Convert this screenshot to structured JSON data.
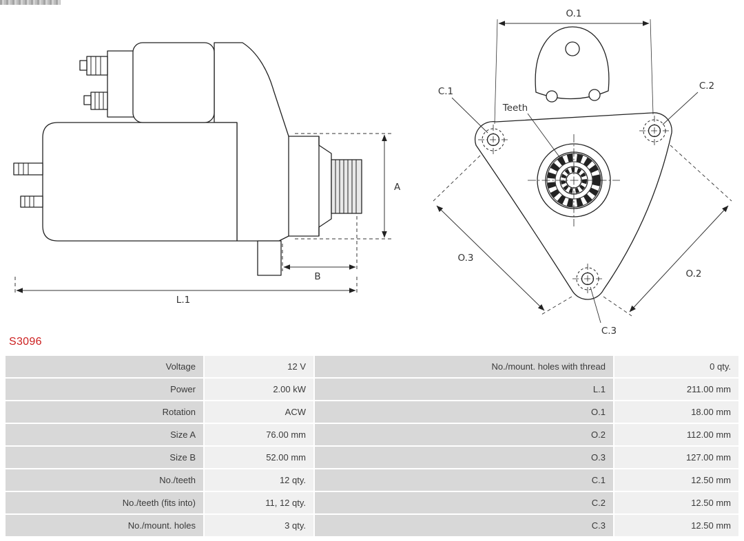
{
  "part_number": "S3096",
  "colors": {
    "part_number_red": "#cc1f1f",
    "label_cell_bg": "#d8d8d8",
    "value_cell_bg": "#f0f0f0",
    "drawing_line": "#222222",
    "text": "#3a3a3a"
  },
  "drawing": {
    "side_view": {
      "labels": {
        "a": "A",
        "b": "B",
        "l1": "L.1"
      }
    },
    "front_view": {
      "labels": {
        "o1": "O.1",
        "o2": "O.2",
        "o3": "O.3",
        "c1": "C.1",
        "c2": "C.2",
        "c3": "C.3",
        "teeth": "Teeth"
      }
    }
  },
  "table": {
    "rows": [
      {
        "label_left": "Voltage",
        "value_left": "12 V",
        "label_right": "No./mount. holes with thread",
        "value_right": "0 qty."
      },
      {
        "label_left": "Power",
        "value_left": "2.00 kW",
        "label_right": "L.1",
        "value_right": "211.00 mm"
      },
      {
        "label_left": "Rotation",
        "value_left": "ACW",
        "label_right": "O.1",
        "value_right": "18.00 mm"
      },
      {
        "label_left": "Size A",
        "value_left": "76.00 mm",
        "label_right": "O.2",
        "value_right": "112.00 mm"
      },
      {
        "label_left": "Size B",
        "value_left": "52.00 mm",
        "label_right": "O.3",
        "value_right": "127.00 mm"
      },
      {
        "label_left": "No./teeth",
        "value_left": "12 qty.",
        "label_right": "C.1",
        "value_right": "12.50 mm"
      },
      {
        "label_left": "No./teeth (fits into)",
        "value_left": "11, 12 qty.",
        "label_right": "C.2",
        "value_right": "12.50 mm"
      },
      {
        "label_left": "No./mount. holes",
        "value_left": "3 qty.",
        "label_right": "C.3",
        "value_right": "12.50 mm"
      }
    ]
  }
}
